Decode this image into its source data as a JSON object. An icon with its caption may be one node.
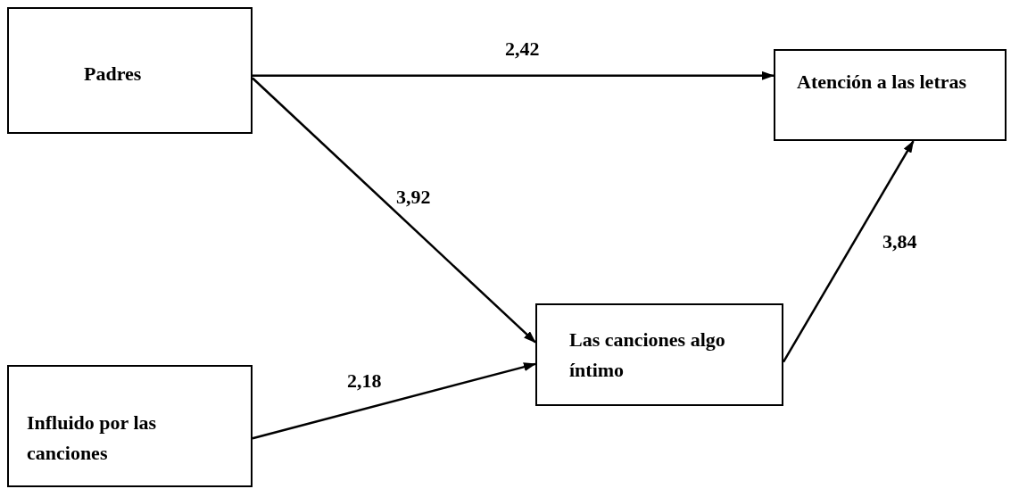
{
  "diagram": {
    "nodes": [
      {
        "text": [
          "Padres"
        ]
      },
      {
        "text": [
          "Atención a las letras"
        ]
      },
      {
        "text": [
          "Las canciones algo íntimo"
        ]
      },
      {
        "text": [
          "Influido por las canciones"
        ]
      }
    ],
    "edges": [
      {
        "from": 0,
        "to": 1,
        "arrow": "to",
        "label": "2,42"
      },
      {
        "from": 0,
        "to": 2,
        "arrow": "to",
        "label": "3,92"
      },
      {
        "from": 3,
        "to": 2,
        "arrow": "to",
        "label": "2,18"
      },
      {
        "from": 2,
        "to": 1,
        "arrow": "to",
        "label": "3,84"
      }
    ]
  }
}
